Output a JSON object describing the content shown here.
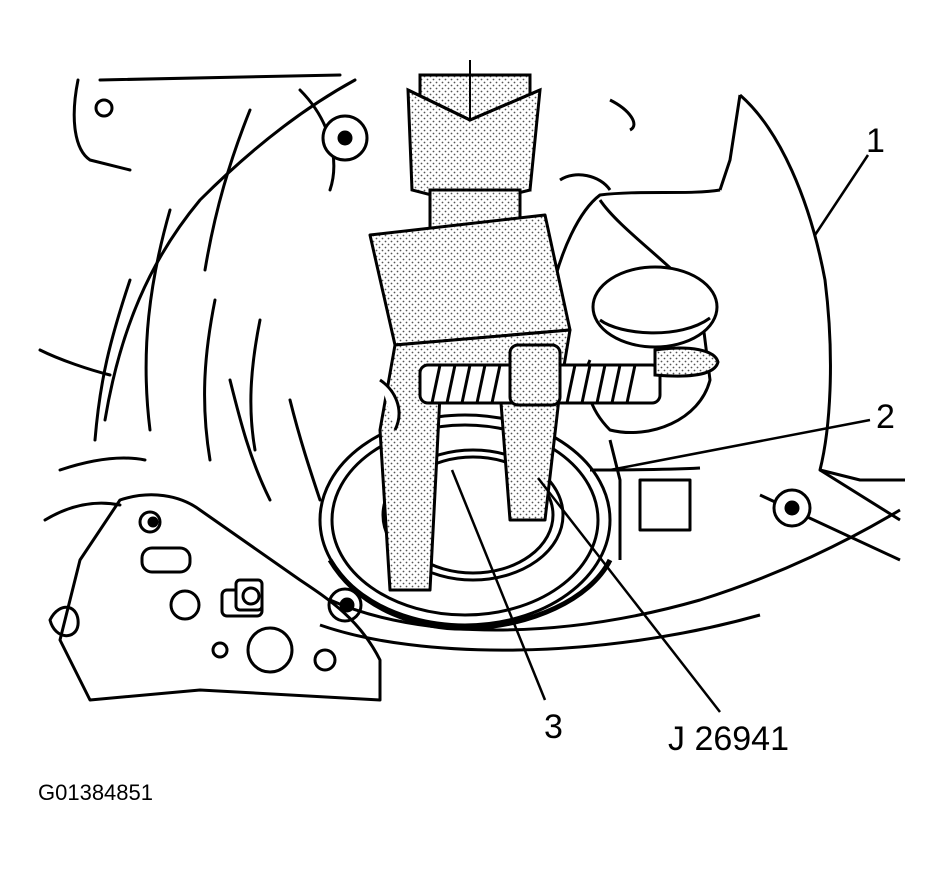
{
  "callouts": {
    "label_1": "1",
    "label_2": "2",
    "label_3": "3",
    "tool_label": "J 26941"
  },
  "figure_id": "G01384851",
  "colors": {
    "ink": "#000000",
    "paper": "#ffffff",
    "stipple": "#bdbdbd"
  }
}
